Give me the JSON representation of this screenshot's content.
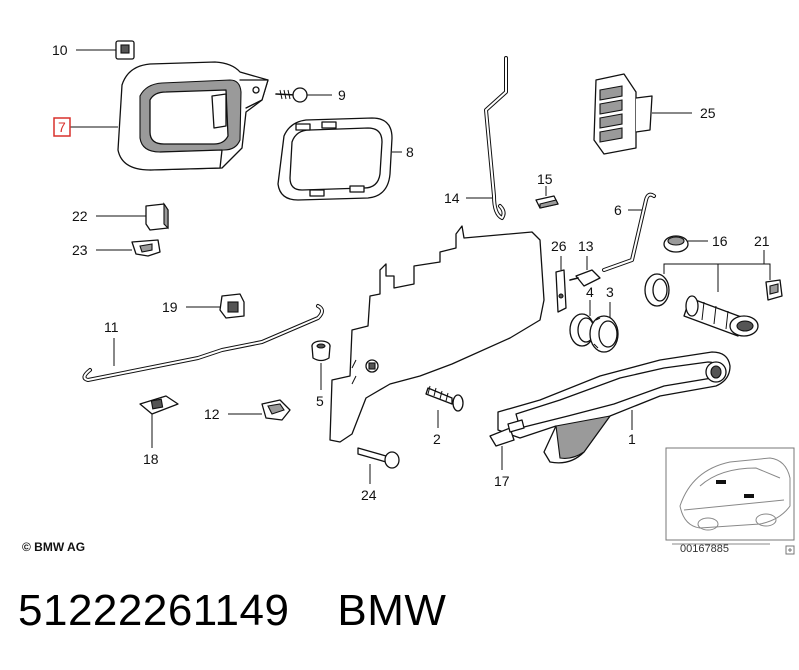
{
  "diagram": {
    "copyright": "© BMW AG",
    "reference_code": "00167885",
    "callouts": [
      {
        "id": "p1",
        "label": "1"
      },
      {
        "id": "p2",
        "label": "2"
      },
      {
        "id": "p3",
        "label": "3"
      },
      {
        "id": "p4",
        "label": "4"
      },
      {
        "id": "p5",
        "label": "5"
      },
      {
        "id": "p6",
        "label": "6"
      },
      {
        "id": "p7",
        "label": "7",
        "highlighted": true
      },
      {
        "id": "p8",
        "label": "8"
      },
      {
        "id": "p9",
        "label": "9"
      },
      {
        "id": "p10",
        "label": "10"
      },
      {
        "id": "p11",
        "label": "11"
      },
      {
        "id": "p12",
        "label": "12"
      },
      {
        "id": "p13",
        "label": "13"
      },
      {
        "id": "p14",
        "label": "14"
      },
      {
        "id": "p15",
        "label": "15"
      },
      {
        "id": "p16",
        "label": "16"
      },
      {
        "id": "p17",
        "label": "17"
      },
      {
        "id": "p18",
        "label": "18"
      },
      {
        "id": "p19",
        "label": "19"
      },
      {
        "id": "p21",
        "label": "21"
      },
      {
        "id": "p22",
        "label": "22"
      },
      {
        "id": "p23",
        "label": "23"
      },
      {
        "id": "p24",
        "label": "24"
      },
      {
        "id": "p25",
        "label": "25"
      },
      {
        "id": "p26",
        "label": "26"
      }
    ],
    "highlight_color": "#d9302c"
  },
  "footer": {
    "part_number": "51222261149",
    "brand": "BMW"
  }
}
